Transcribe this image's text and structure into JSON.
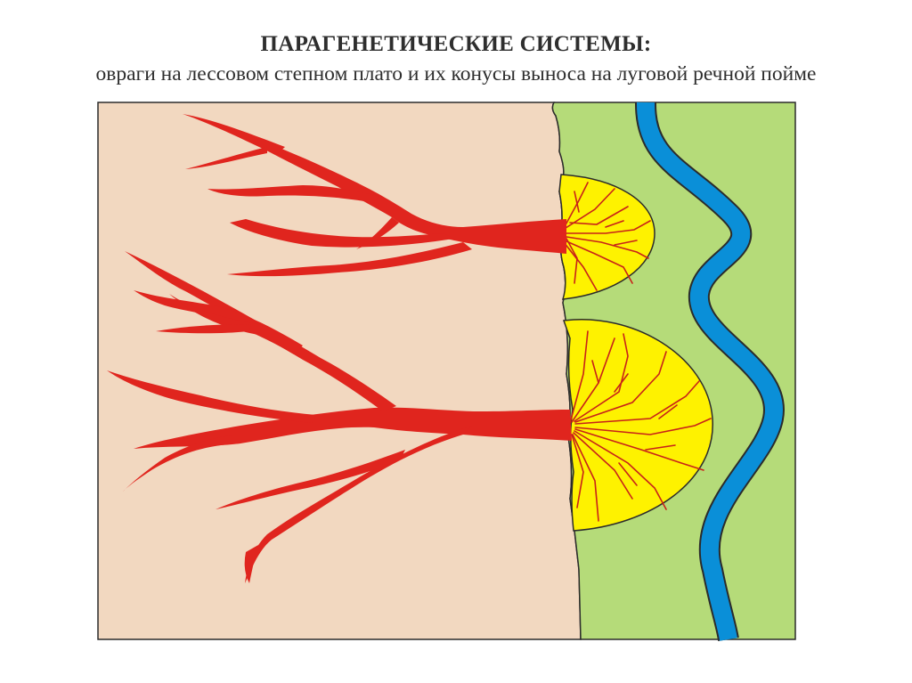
{
  "slide": {
    "title": "ПАРАГЕНЕТИЧЕСКИЕ СИСТЕМЫ:",
    "subtitle": "овраги на лессовом степном плато и их конусы выноса на луговой речной пойме"
  },
  "diagram": {
    "colors": {
      "plateau": "#f2d8c0",
      "floodplain": "#b5db79",
      "river": "#0a8fd8",
      "ravine": "#e0251e",
      "alluvial_fan": "#fef200",
      "outline": "#2b2b2b"
    },
    "elements": [
      {
        "name": "loess-plateau",
        "kind": "area"
      },
      {
        "name": "meadow-floodplain",
        "kind": "area"
      },
      {
        "name": "river",
        "kind": "channel"
      },
      {
        "name": "ravine-system-upper",
        "kind": "branching-channel"
      },
      {
        "name": "ravine-system-lower",
        "kind": "branching-channel"
      },
      {
        "name": "alluvial-fan-upper",
        "kind": "fan"
      },
      {
        "name": "alluvial-fan-lower",
        "kind": "fan"
      }
    ]
  }
}
